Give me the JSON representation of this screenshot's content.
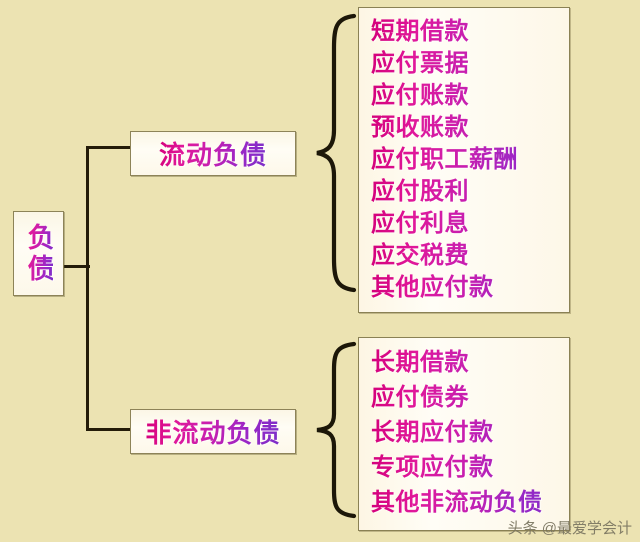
{
  "diagram": {
    "title": "负债",
    "root": {
      "label": "负债"
    },
    "branches": [
      {
        "id": "current",
        "label": "流动负债",
        "items": [
          "短期借款",
          "应付票据",
          "应付账款",
          "预收账款",
          "应付职工薪酬",
          "应付股利",
          "应付利息",
          "应交税费",
          "其他应付款"
        ]
      },
      {
        "id": "noncurrent",
        "label": "非流动负债",
        "items": [
          "长期借款",
          "应付债券",
          "长期应付款",
          "专项应付款",
          "其他非流动负债"
        ]
      }
    ]
  },
  "watermark": {
    "text": "头条 @最爱学会计"
  },
  "colors": {
    "background": "#ece3b2",
    "box_fill": "#fffdf5",
    "box_border": "#8d8358",
    "connector": "#241c09",
    "text_gradient_start": "#d4007a",
    "text_gradient_end": "#7b2fc8",
    "watermark": "#7a7560"
  }
}
